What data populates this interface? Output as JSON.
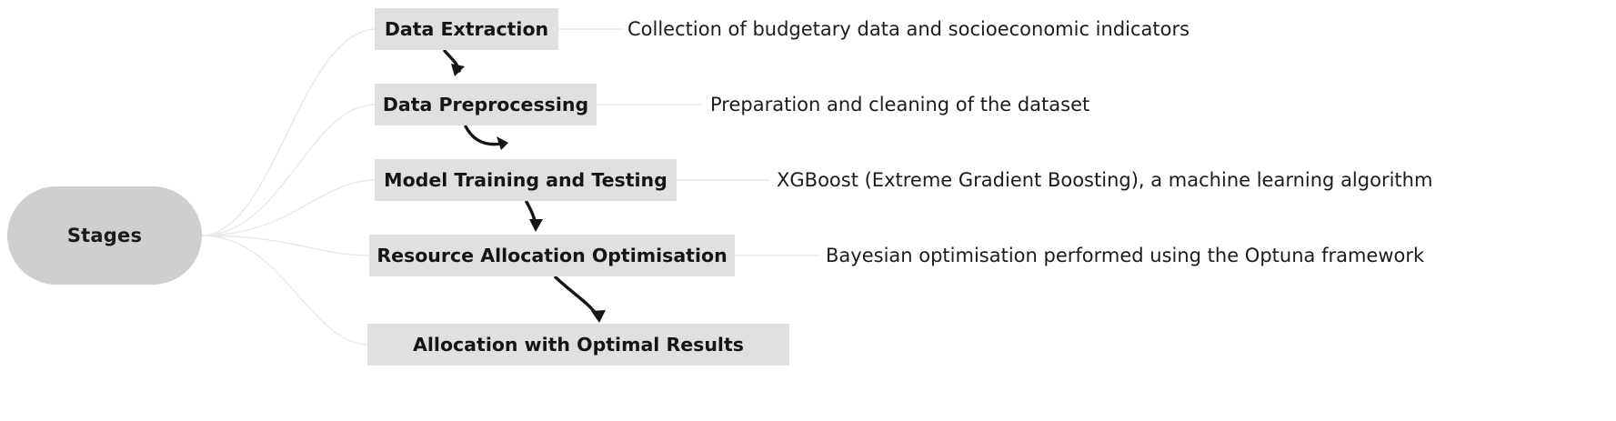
{
  "diagram": {
    "type": "mindmap-flow",
    "background_color": "#ffffff",
    "node_fill_color": "#e0e0e0",
    "root_fill_color": "#cfcfcf",
    "edge_color": "#e8e8e8",
    "arrow_color": "#1a1a1a",
    "text_color": "#151515",
    "root": {
      "label": "Stages"
    },
    "stages": [
      {
        "label": "Data Extraction",
        "description": "Collection of budgetary data and socioeconomic indicators"
      },
      {
        "label": "Data Preprocessing",
        "description": "Preparation and cleaning of the dataset"
      },
      {
        "label": "Model Training and Testing",
        "description": "XGBoost (Extreme Gradient Boosting), a machine learning algorithm"
      },
      {
        "label": "Resource Allocation Optimisation",
        "description": "Bayesian optimisation performed using the Optuna framework"
      },
      {
        "label": "Allocation with Optimal Results",
        "description": ""
      }
    ]
  }
}
